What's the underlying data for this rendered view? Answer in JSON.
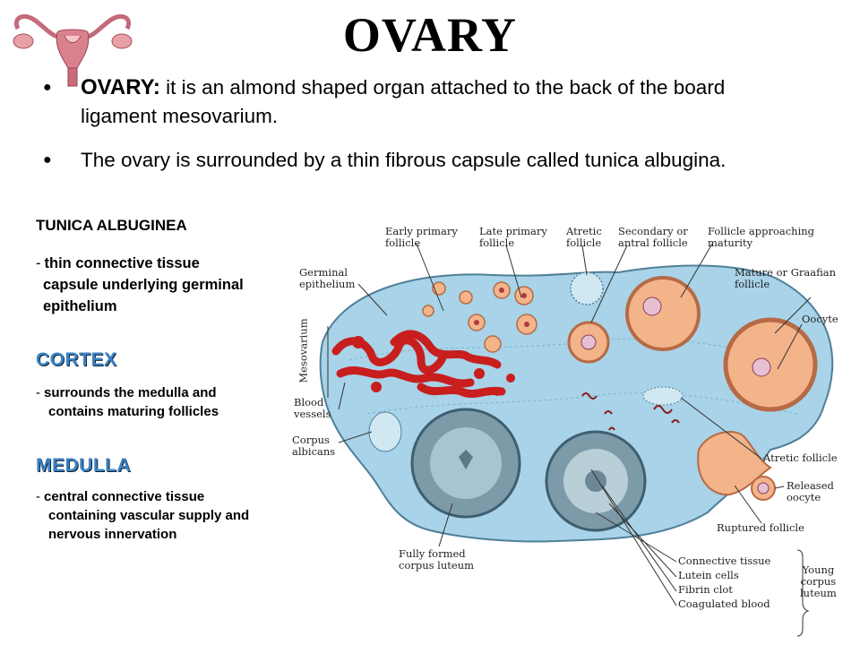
{
  "title": "OVARY",
  "bullets": [
    {
      "term": "OVARY:",
      "text": " it is an almond shaped organ attached to the back of the board",
      "text2": "ligament  mesovarium."
    },
    {
      "text": "The ovary is surrounded by a thin fibrous capsule called tunica albugina."
    }
  ],
  "sections": {
    "tunica": {
      "heading": "TUNICA ALBUGINEA",
      "line1": "thin connective tissue",
      "line2": "capsule underlying germinal",
      "line3": "epithelium"
    },
    "cortex": {
      "heading": "CORTEX",
      "line1": "surrounds the medulla and",
      "line2": "contains maturing follicles"
    },
    "medulla": {
      "heading": "MEDULLA",
      "line1": "central connective tissue",
      "line2": "containing vascular supply and",
      "line3": "nervous innervation"
    }
  },
  "diagram_labels": {
    "early_primary": [
      "Early primary",
      "follicle"
    ],
    "late_primary": [
      "Late primary",
      "follicle"
    ],
    "atretic_top": [
      "Atretic",
      "follicle"
    ],
    "secondary": [
      "Secondary or",
      "antral follicle"
    ],
    "approaching": [
      "Follicle approaching",
      "maturity"
    ],
    "mature": [
      "Mature or Graafian",
      "follicle"
    ],
    "germinal": [
      "Germinal",
      "epithelium"
    ],
    "mesovarium": "Mesovarium",
    "oocyte": "Oocyte",
    "blood": [
      "Blood",
      "vessels"
    ],
    "corpus_albicans": [
      "Corpus",
      "albicans"
    ],
    "atretic_right": "Atretic follicle",
    "released": [
      "Released",
      "oocyte"
    ],
    "ruptured": "Ruptured follicle",
    "fully_formed": [
      "Fully formed",
      "corpus luteum"
    ],
    "connective": "Connective tissue",
    "lutein": "Lutein cells",
    "fibrin": "Fibrin clot",
    "coagulated": "Coagulated blood",
    "young": [
      "Young",
      "corpus",
      "luteum"
    ]
  },
  "colors": {
    "tissue": "#a8d3e8",
    "follicle": "#f3b48a",
    "vessels": "#c81e1e",
    "heading_blue": "#3b82c4"
  }
}
